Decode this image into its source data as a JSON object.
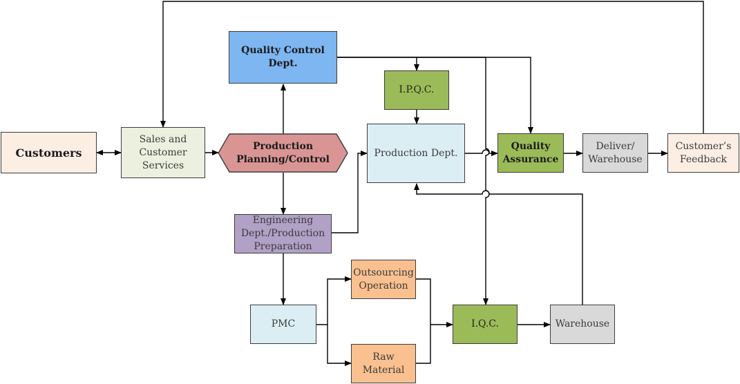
{
  "nodes": {
    "customers": "Customers",
    "sales": "Sales and\nCustomer\nServices",
    "production_planning": "Production\nPlanning/Control",
    "quality_control": "Quality Control\nDept.",
    "ipqc": "I.P.Q.C.",
    "production_dept": "Production Dept.",
    "quality_assurance": "Quality\nAssurance",
    "deliver": "Deliver/\nWarehouse",
    "feedback": "Customer’s\nFeedback",
    "engineering": "Engineering\nDept./Production\nPreparation",
    "pmc": "PMC",
    "outsourcing": "Outsourcing\nOperation",
    "raw_material": "Raw\nMaterial",
    "iqc": "I.Q.C.",
    "warehouse": "Warehouse"
  },
  "colors": {
    "customers": "#fdeee4",
    "sales": "#ebf1de",
    "production_planning": "#d99594",
    "quality_control": "#7db6f1",
    "green": "#9bbb59",
    "production_dept": "#dbeef4",
    "grey": "#d9d9d9",
    "feedback": "#fdeee4",
    "engineering": "#b2a1c7",
    "pmc": "#dbeef4",
    "orange": "#fac08f",
    "line": "#000000"
  }
}
